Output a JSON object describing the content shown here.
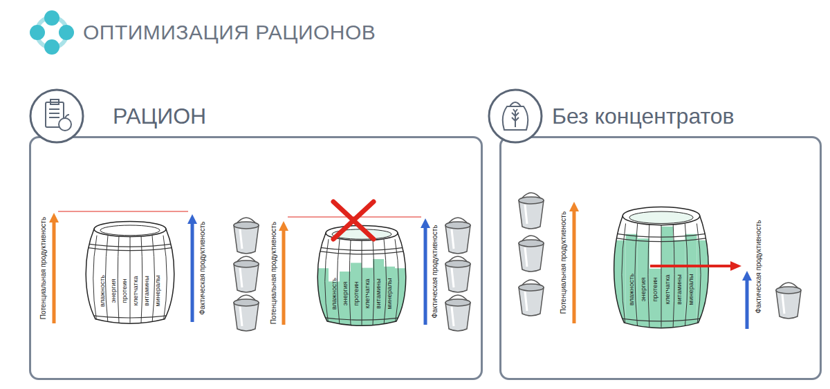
{
  "diagram": {
    "title": "ОПТИМИЗАЦИЯ РАЦИОНОВ",
    "nodes": [
      {
        "text": [
          "РАЦИОН"
        ]
      },
      {
        "text": [
          "влажность",
          "энергия",
          "протеин",
          "клетчатка",
          "витамины",
          "минералы"
        ],
        "in": 0
      },
      {
        "text": [
          "влажность",
          "энергия",
          "протеин",
          "клетчатка",
          "витамины",
          "минералы"
        ],
        "in": 0
      },
      {
        "text": [
          "Без концентратов"
        ]
      },
      {
        "text": [
          "влажность",
          "энергия",
          "протеин",
          "клетчатка",
          "витамины",
          "минералы"
        ],
        "in": 3
      }
    ],
    "labels": [
      "Потенциальная продуктивность",
      "Фактическая продуктивность",
      "Потенциальная продуктивность",
      "Фактическая продуктивность",
      "Потенциальная продуктивность",
      "Фактическая продуктивность"
    ]
  }
}
